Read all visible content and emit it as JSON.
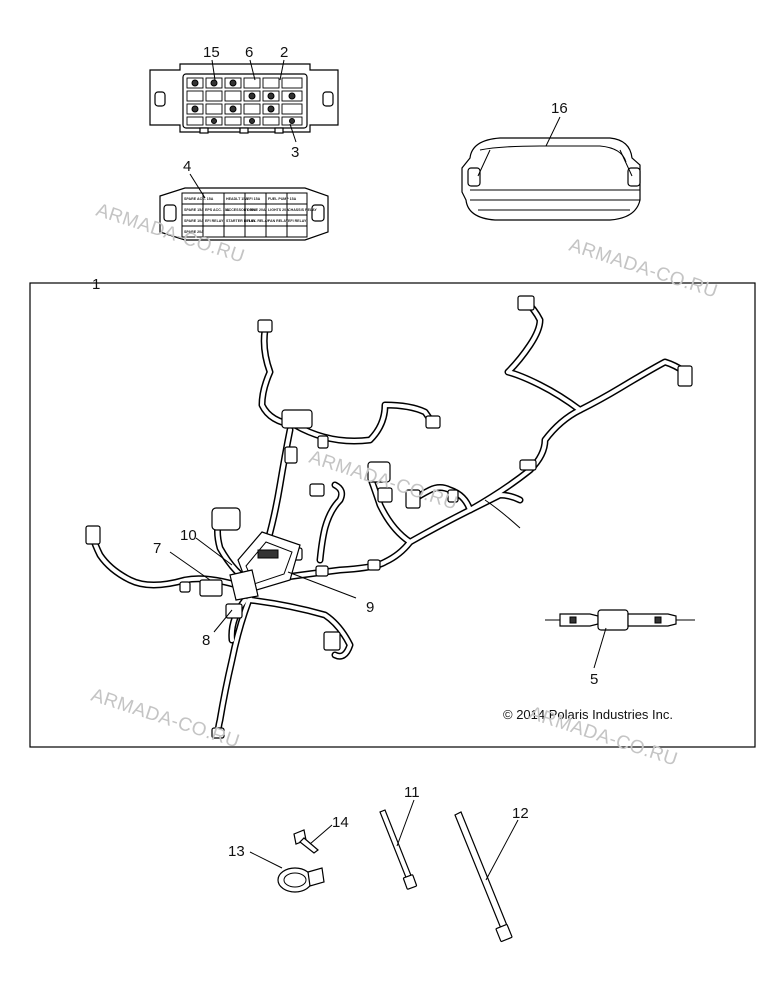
{
  "watermark_text": "ARMADA-CO.RU",
  "copyright": "© 2014 Polaris Industries Inc.",
  "callouts": {
    "c1": "1",
    "c2": "2",
    "c3": "3",
    "c4": "4",
    "c5": "5",
    "c6": "6",
    "c7": "7",
    "c8": "8",
    "c9": "9",
    "c10": "10",
    "c11": "11",
    "c12": "12",
    "c13": "13",
    "c14": "14",
    "c15": "15",
    "c16": "16"
  },
  "fuse_box_labels": {
    "r1a": "SPARE ACC. 15A",
    "r1b": "HEADLT 15A",
    "r1c": "EFI 15A",
    "r1d": "FUEL PUMP 15A",
    "r2a": "SPARE 15A",
    "r2b": "EPS ACC. 10A",
    "r2c": "ACCESSORY 20A",
    "r2d": "DRIVE 20A",
    "r2e": "LIGHTS 20A",
    "r2f": "CHASSIS RELAY",
    "r3a": "SPARE 10A",
    "r3b": "EFI RELAY",
    "r3c": "STARTER RELAY",
    "r3d": "FUEL RELAY",
    "r3e": "FAN RELAY",
    "r3f": "EFI RELAY",
    "r4a": "SPARE 20A"
  }
}
